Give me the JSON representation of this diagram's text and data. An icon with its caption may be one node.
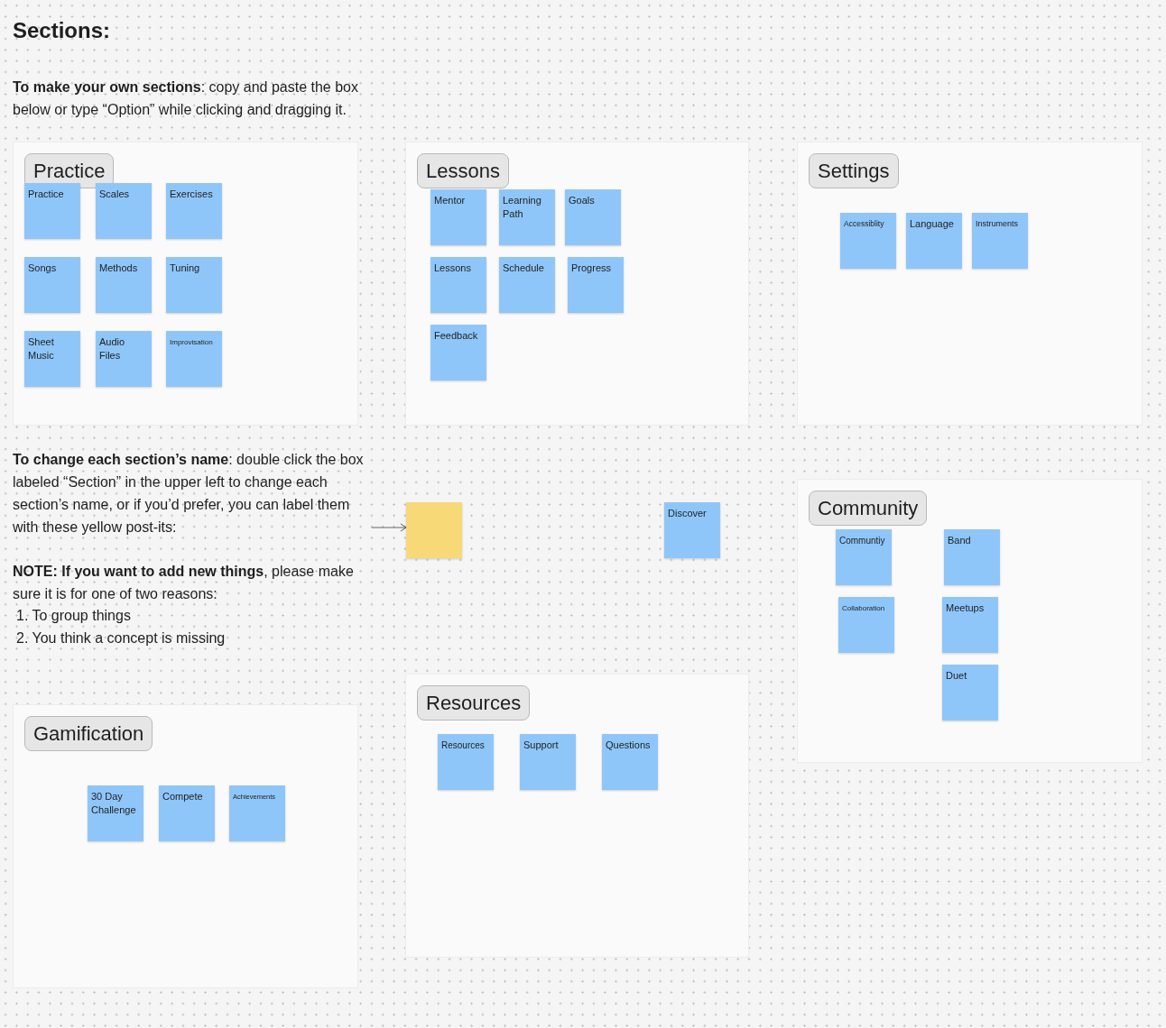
{
  "diagram": {
    "title": "Sections:",
    "nodes": [
      {
        "text": [
          "Practice"
        ]
      },
      {
        "text": [
          "Practice"
        ],
        "in": 0
      },
      {
        "text": [
          "Scales"
        ],
        "in": 0
      },
      {
        "text": [
          "Exercises"
        ],
        "in": 0
      },
      {
        "text": [
          "Songs"
        ],
        "in": 0
      },
      {
        "text": [
          "Methods"
        ],
        "in": 0
      },
      {
        "text": [
          "Tuning"
        ],
        "in": 0
      },
      {
        "text": [
          "Sheet Music"
        ],
        "in": 0
      },
      {
        "text": [
          "Audio Files"
        ],
        "in": 0
      },
      {
        "text": [
          "Improvisation"
        ],
        "in": 0
      },
      {
        "text": [
          "Lessons"
        ]
      },
      {
        "text": [
          "Mentor"
        ],
        "in": 10
      },
      {
        "text": [
          "Learning Path"
        ],
        "in": 10
      },
      {
        "text": [
          "Goals"
        ],
        "in": 10
      },
      {
        "text": [
          "Lessons"
        ],
        "in": 10
      },
      {
        "text": [
          "Schedule"
        ],
        "in": 10
      },
      {
        "text": [
          "Progress"
        ],
        "in": 10
      },
      {
        "text": [
          "Feedback"
        ],
        "in": 10
      },
      {
        "text": [
          "Settings"
        ]
      },
      {
        "text": [
          "Accessiblity"
        ],
        "in": 18
      },
      {
        "text": [
          "Language"
        ],
        "in": 18
      },
      {
        "text": [
          "Instruments"
        ],
        "in": 18
      },
      {
        "text": [
          "**To change each section’s name**: double click the box labeled “Section” in the upper left to change each section’s name, or if you’d prefer, you can label them with these yellow post-its:"
        ]
      },
      {
        "text": [],
        "shape": "box"
      },
      {
        "text": [
          "Discover"
        ]
      },
      {
        "text": [
          "Community"
        ]
      },
      {
        "text": [
          "Communtiy"
        ],
        "in": 25
      },
      {
        "text": [
          "Band"
        ],
        "in": 25
      },
      {
        "text": [
          "Collaboration"
        ],
        "in": 25
      },
      {
        "text": [
          "Meetups"
        ],
        "in": 25
      },
      {
        "text": [
          "Duet"
        ],
        "in": 25
      },
      {
        "text": [
          "Gamification"
        ]
      },
      {
        "text": [
          "30 Day Challenge"
        ],
        "in": 31
      },
      {
        "text": [
          "Compete"
        ],
        "in": 31
      },
      {
        "text": [
          "Achievements"
        ],
        "in": 31
      },
      {
        "text": [
          "Resources"
        ]
      },
      {
        "text": [
          "Resources"
        ],
        "in": 35
      },
      {
        "text": [
          "Support"
        ],
        "in": 35
      },
      {
        "text": [
          "Questions"
        ],
        "in": 35
      }
    ],
    "edges": [
      {
        "from": 22,
        "to": 23,
        "arrow": "to"
      }
    ],
    "labels": [
      "**To make your own sections**: copy and paste the box below or type “Option” while clicking and dragging it.",
      "**NOTE: If you want to add new things**, please make sure it is for one of two reasons:",
      "1. To group things",
      "2. You think a concept is missing"
    ]
  }
}
